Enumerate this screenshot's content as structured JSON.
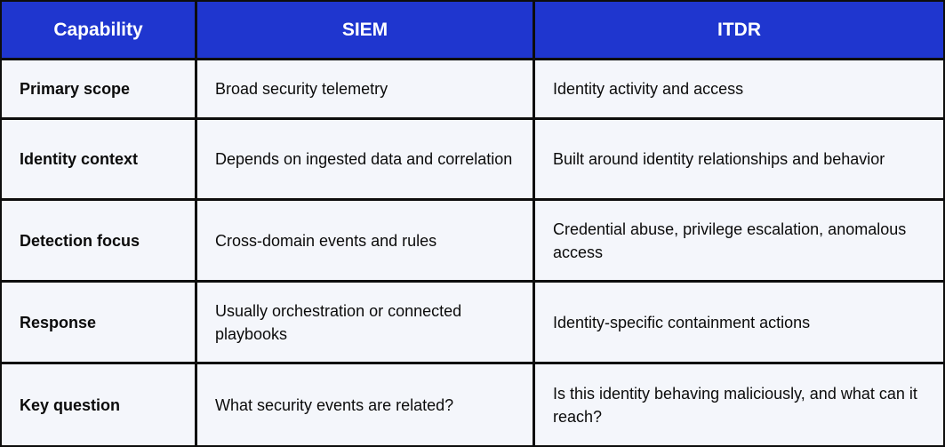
{
  "table": {
    "headers": [
      "Capability",
      "SIEM",
      "ITDR"
    ],
    "rows": [
      [
        "Primary scope",
        "Broad security telemetry",
        "Identity activity and access"
      ],
      [
        "Identity context",
        "Depends on ingested data and correlation",
        "Built around identity relationships and behavior"
      ],
      [
        "Detection focus",
        "Cross-domain events and rules",
        "Credential abuse, privilege escalation, anomalous access"
      ],
      [
        "Response",
        "Usually orchestration or connected playbooks",
        "Identity-specific containment actions"
      ],
      [
        "Key question",
        "What security events are related?",
        "Is this identity behaving maliciously, and what can it reach?"
      ]
    ]
  },
  "colors": {
    "header_bg": "#1f36cf",
    "header_text": "#ffffff",
    "cell_bg": "#f4f6fb",
    "border": "#0d0d0d"
  }
}
